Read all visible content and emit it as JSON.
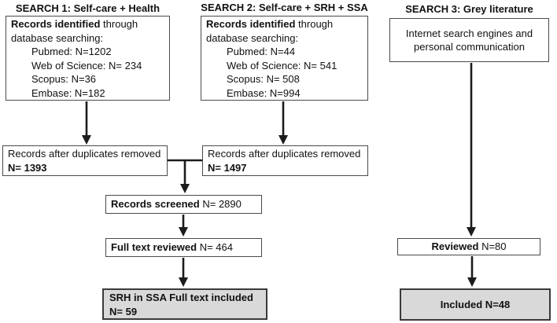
{
  "colors": {
    "background": "#ffffff",
    "box_border": "#4a4a4a",
    "grey_box_border": "#3a3a3a",
    "grey_fill": "#d9d9d9",
    "arrow": "#1c1c1c",
    "text": "#111111"
  },
  "columns": {
    "search1": {
      "title": "SEARCH 1: Self-care + Health",
      "identified_box": {
        "heading_bold": "Records identified",
        "heading_rest": "through",
        "subheading": "database searching:",
        "sources": [
          "Pubmed: N=1202",
          "Web of Science: N= 234",
          "Scopus: N=36",
          "Embase: N=182"
        ]
      },
      "duplicates_box": {
        "label": "Records after duplicates removed",
        "count": "N= 1393"
      }
    },
    "search2": {
      "title": "SEARCH 2: Self-care + SRH + SSA",
      "identified_box": {
        "heading_bold": "Records identified",
        "heading_rest": "through",
        "subheading": "database searching:",
        "sources": [
          "Pubmed: N=44",
          "Web of Science: N= 541",
          "Scopus: N= 508",
          "Embase: N=994"
        ]
      },
      "duplicates_box": {
        "label": "Records after duplicates removed",
        "count": "N= 1497"
      }
    },
    "search3": {
      "title": "SEARCH 3: Grey literature",
      "source_box": {
        "line1": "Internet search engines and",
        "line2": "personal communication"
      },
      "reviewed_box": {
        "label_bold": "Reviewed",
        "count": "N=80"
      },
      "included_box": {
        "label": "Included N=48"
      }
    }
  },
  "merged_flow": {
    "screened_box": {
      "label_bold": "Records screened",
      "count": "N= 2890"
    },
    "fulltext_box": {
      "label_bold": "Full text reviewed",
      "count": "N= 464"
    },
    "included_box": {
      "line1": "SRH in SSA Full text included",
      "line2": "N= 59"
    }
  }
}
